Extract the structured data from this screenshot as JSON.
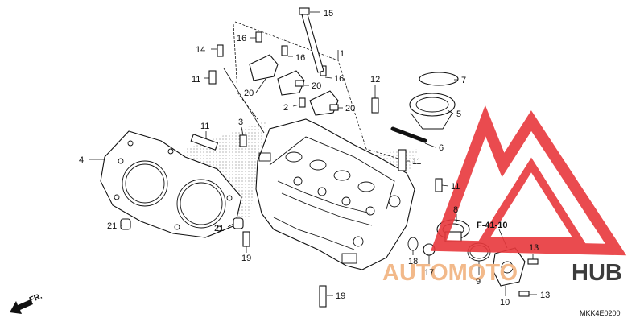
{
  "callouts": [
    {
      "id": "c15",
      "text": "15"
    },
    {
      "id": "c16a",
      "text": "16"
    },
    {
      "id": "c16b",
      "text": "16"
    },
    {
      "id": "c16c",
      "text": "16"
    },
    {
      "id": "c1",
      "text": "1"
    },
    {
      "id": "c14",
      "text": "14"
    },
    {
      "id": "c11a",
      "text": "11"
    },
    {
      "id": "c20a",
      "text": "20"
    },
    {
      "id": "c20b",
      "text": "20"
    },
    {
      "id": "c20c",
      "text": "20"
    },
    {
      "id": "c2",
      "text": "2"
    },
    {
      "id": "c12",
      "text": "12"
    },
    {
      "id": "c7",
      "text": "7"
    },
    {
      "id": "c5",
      "text": "5"
    },
    {
      "id": "c6",
      "text": "6"
    },
    {
      "id": "c3",
      "text": "3"
    },
    {
      "id": "c11b",
      "text": "11"
    },
    {
      "id": "c11c",
      "text": "11"
    },
    {
      "id": "c11d",
      "text": "11"
    },
    {
      "id": "c4",
      "text": "4"
    },
    {
      "id": "c8",
      "text": "8"
    },
    {
      "id": "c21a",
      "text": "21"
    },
    {
      "id": "c21b",
      "text": "21"
    },
    {
      "id": "c19a",
      "text": "19"
    },
    {
      "id": "c19b",
      "text": "19"
    },
    {
      "id": "c18",
      "text": "18"
    },
    {
      "id": "c17",
      "text": "17"
    },
    {
      "id": "c9",
      "text": "9"
    },
    {
      "id": "c13a",
      "text": "13"
    },
    {
      "id": "c13b",
      "text": "13"
    },
    {
      "id": "c10",
      "text": "10"
    }
  ],
  "reference": "F-41-10",
  "front_marker": "FR.",
  "diagram_code": "MKK4E0200",
  "watermark": {
    "word1": "AUTOMOTO",
    "word2": "HUB",
    "logo_color": "#e8383c",
    "text_color_1": "#f2b98a",
    "text_color_2": "#3c3c3c"
  }
}
